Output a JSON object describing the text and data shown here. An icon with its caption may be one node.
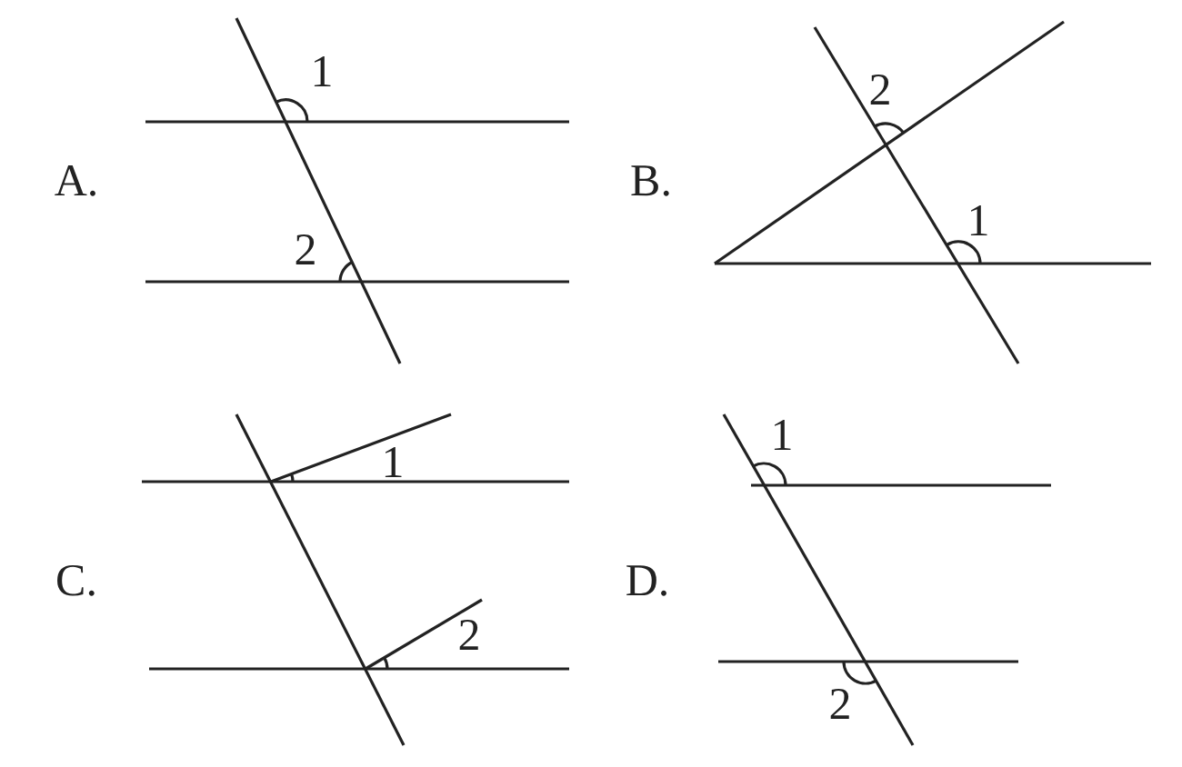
{
  "diagram": {
    "labels": [
      "A.",
      "1",
      "2",
      "B.",
      "2",
      "1",
      "C.",
      "1",
      "2",
      "D.",
      "1",
      "2"
    ]
  }
}
